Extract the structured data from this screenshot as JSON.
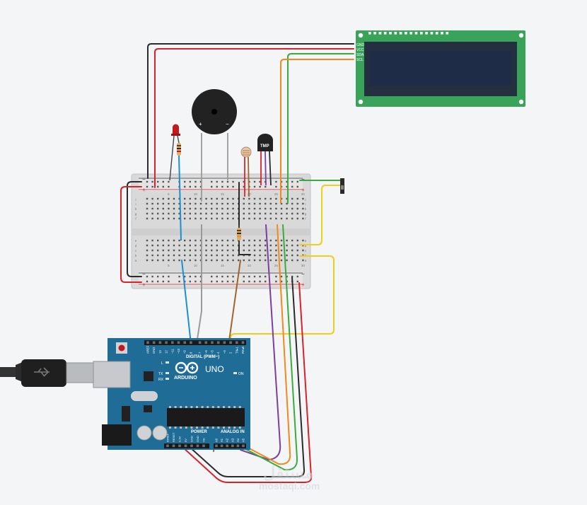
{
  "lcd": {
    "pins": [
      "GND",
      "VCC",
      "SDA",
      "SCL"
    ],
    "colors": {
      "board": "#3aa35a",
      "bezel": "#243040",
      "screen": "#1f2c48"
    }
  },
  "breadboard": {
    "column_labels": [
      "5",
      "10",
      "15",
      "20",
      "25",
      "30"
    ],
    "row_labels_top": [
      "j",
      "i",
      "h",
      "g",
      "f"
    ],
    "row_labels_bottom": [
      "e",
      "d",
      "c",
      "b",
      "a"
    ],
    "rail_minus": "−",
    "rail_plus": "+"
  },
  "temp_sensor": {
    "label": "TMP"
  },
  "buzzer": {
    "plus": "+",
    "minus": "−"
  },
  "arduino": {
    "brand": "ARDUINO",
    "model": "UNO",
    "digital_label": "DIGITAL (PWM~)",
    "power_label": "POWER",
    "analog_label": "ANALOG IN",
    "on_label": "ON",
    "l_label": "L",
    "tx_label": "TX",
    "rx_label": "RX",
    "digital_pins": [
      "AREF",
      "GND",
      "13",
      "12",
      "~11",
      "~10",
      "~9",
      "8",
      "7",
      "~6",
      "~5",
      "4",
      "~3",
      "2",
      "TX▸1",
      "RX◂0"
    ],
    "power_pins": [
      "IOREF",
      "RESET",
      "3.3V",
      "5V",
      "GND",
      "GND",
      "Vin"
    ],
    "analog_pins": [
      "A0",
      "A1",
      "A2",
      "A3",
      "A4",
      "A5"
    ],
    "color": "#1f6d96"
  },
  "watermark": {
    "logo": "مستقل",
    "site": "mostaqi.com"
  },
  "wire_colors": {
    "black": "#2b2b2b",
    "red": "#d8232a",
    "green": "#3caa3c",
    "orange": "#f08a1c",
    "blue": "#1d8fce",
    "gray": "#9a9a9a",
    "brown": "#a0652c",
    "purple": "#7c3fa0",
    "yellow": "#f2cd1d"
  }
}
